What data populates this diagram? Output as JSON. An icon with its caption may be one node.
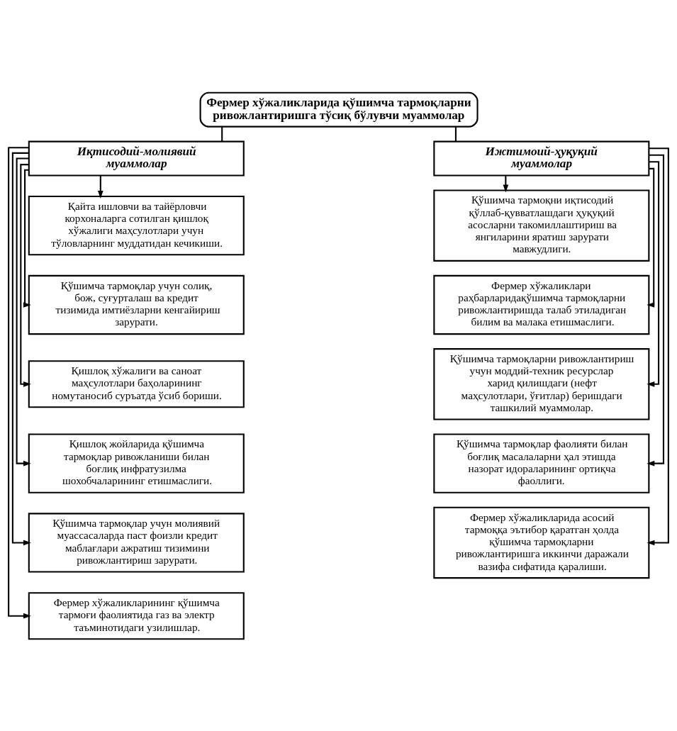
{
  "diagram": {
    "nodes": [
      {
        "text": [
          "Фермер хўжаликларида қўшимча тармоқларни ривожлантиришга тўсиқ бўлувчи муаммолар"
        ]
      },
      {
        "text": [
          "Иқтисодий-молиявий муаммолар"
        ]
      },
      {
        "text": [
          "Ижтимоий-ҳуқуқий муаммолар"
        ]
      },
      {
        "text": [
          "Қайта ишловчи ва тайёрловчи корхоналарга сотилган қишлоқ хўжалиги маҳсулотлари учун тўловларнинг муддатидан кечикиши."
        ]
      },
      {
        "text": [
          "Қўшимча тармоқлар учун солиқ, бож, суғурталаш ва кредит тизимида имтиёзларни кенгайириш зарурати."
        ]
      },
      {
        "text": [
          "Қишлоқ хўжалиги ва саноат маҳсулотлари баҳоларининг номутаносиб суръатда ўсиб бориши."
        ]
      },
      {
        "text": [
          "Қишлоқ жойларида қўшимча тармоқлар ривожланиши билан боғлиқ инфратузилма шохобчаларининг етишмаслиги."
        ]
      },
      {
        "text": [
          "Қўшимча тармоқлар учун молиявий муассасаларда паст фоизли кредит маблағлари ажратиш тизимини ривожлантириш зарурати."
        ]
      },
      {
        "text": [
          "Фермер хўжаликларининг қўшимча тармоғи фаолиятида газ ва электр таъминотидаги узилишлар."
        ]
      },
      {
        "text": [
          "Қўшимча тармоқни иқтисодий қўллаб-қувватлашдаги ҳуқуқий асосларни такомиллаштириш ва янгиларини яратиш зарурати мавжудлиги."
        ]
      },
      {
        "text": [
          "Фермер хўжаликлари раҳбарларидақўшимча тармоқларни ривожлантиришда талаб этиладиган билим ва малака етишмаслиги."
        ]
      },
      {
        "text": [
          "Қўшимча тармоқларни ривожлантириш учун моддий-техник ресурслар харид қилишдаги (нефт маҳсулотлари, ўғитлар) беришдаги ташкилий муаммолар."
        ]
      },
      {
        "text": [
          "Қўшимча тармоқлар фаолияти билан боғлиқ масалаларни ҳал этишда назорат идораларининг ортиқча фаоллиги."
        ]
      },
      {
        "text": [
          "Фермер хўжаликларида асосий тармоққа эътибор қаратган ҳолда қўшимча тармоқларни ривожлантиришга иккинчи даражали вазифа сифатида қаралиши."
        ]
      }
    ],
    "edges": [
      {
        "from": 0,
        "to": 1,
        "arrow": "none"
      },
      {
        "from": 0,
        "to": 2,
        "arrow": "none"
      },
      {
        "from": 1,
        "to": 3,
        "arrow": "to"
      },
      {
        "from": 1,
        "to": 4,
        "arrow": "to"
      },
      {
        "from": 1,
        "to": 5,
        "arrow": "to"
      },
      {
        "from": 1,
        "to": 6,
        "arrow": "to"
      },
      {
        "from": 1,
        "to": 7,
        "arrow": "to"
      },
      {
        "from": 1,
        "to": 8,
        "arrow": "to"
      },
      {
        "from": 2,
        "to": 9,
        "arrow": "to"
      },
      {
        "from": 2,
        "to": 10,
        "arrow": "to"
      },
      {
        "from": 2,
        "to": 11,
        "arrow": "to"
      },
      {
        "from": 2,
        "to": 12,
        "arrow": "to"
      },
      {
        "from": 2,
        "to": 13,
        "arrow": "to"
      }
    ]
  }
}
